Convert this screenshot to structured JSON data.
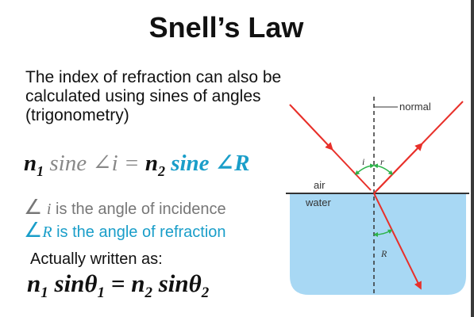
{
  "title": "Snell’s Law",
  "intro": "The index of refraction can also be calculated using sines of angles (trigonometry)",
  "equation_main": {
    "n1": "n",
    "n1_sub": "1",
    "sine_left": "sine",
    "angle_symbol": "∠",
    "i": "i",
    "equals": "=",
    "n2": "n",
    "n2_sub": "2",
    "sine_right": "sine",
    "r_symbol": "∠R"
  },
  "definitions": {
    "incidence_symbol": "∠",
    "incidence_letter": "i",
    "incidence_text": " is the angle of incidence",
    "refraction_symbol": "∠",
    "refraction_letter": "R",
    "refraction_text": " is the angle of refraction"
  },
  "written_as": "Actually written as:",
  "equation_final": {
    "n1": "n",
    "n1_sub": "1",
    "sin1": "sin",
    "theta1": "θ",
    "theta1_sub": "1",
    "equals": "=",
    "n2": "n",
    "n2_sub": "2",
    "sin2": "sin",
    "theta2": "θ",
    "theta2_sub": "2"
  },
  "diagram": {
    "normal_label": "normal",
    "air_label": "air",
    "water_label": "water",
    "angle_i_label": "i",
    "angle_r_label": "r",
    "angle_R_label": "R",
    "colors": {
      "ray": "#e8302a",
      "water": "#a8d8f4",
      "arc": "#2db34a",
      "normal": "#333333"
    }
  }
}
